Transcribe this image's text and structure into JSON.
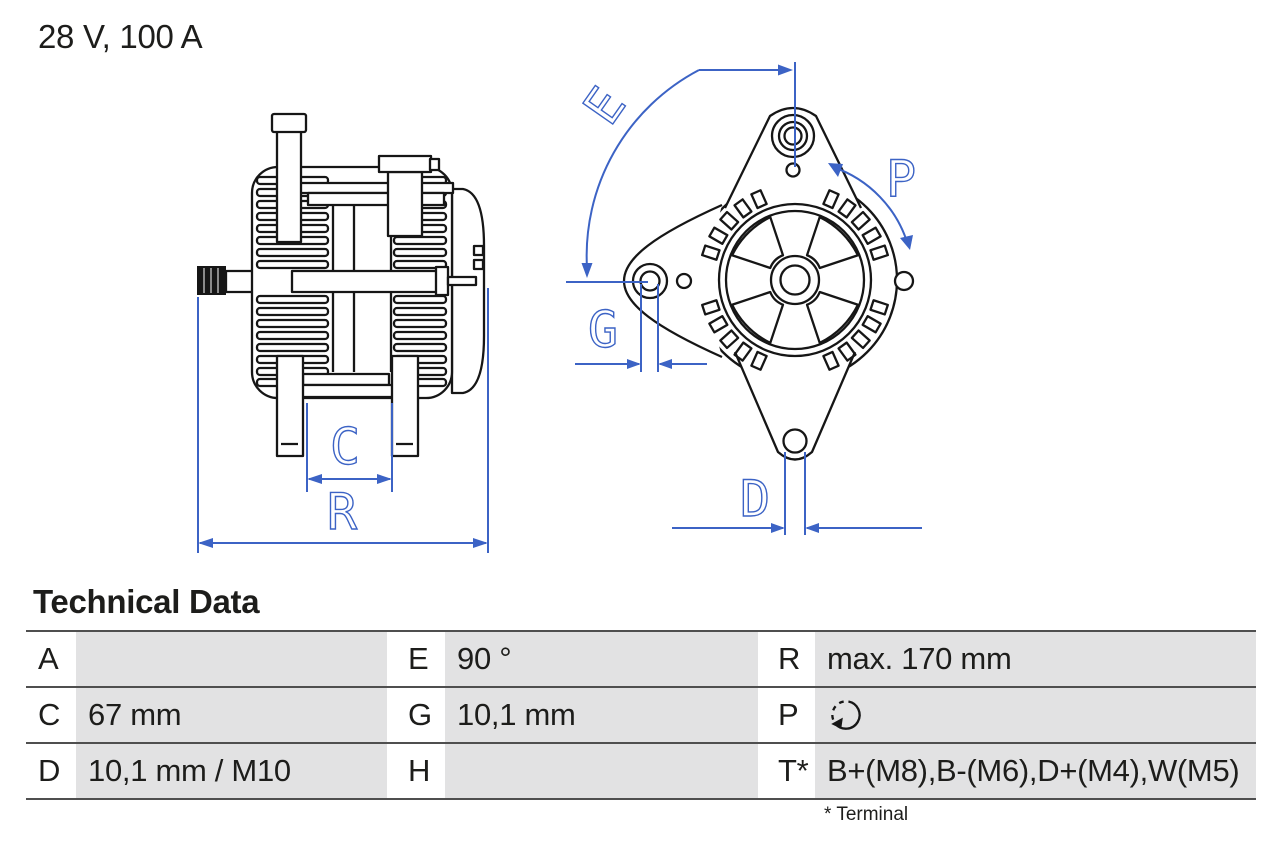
{
  "title": "28 V, 100 A",
  "technical_data": {
    "heading": "Technical Data",
    "footnote": "* Terminal",
    "rows": [
      [
        {
          "label": "A",
          "value": ""
        },
        {
          "label": "E",
          "value": "90 °"
        },
        {
          "label": "R",
          "value": "max. 170 mm"
        }
      ],
      [
        {
          "label": "C",
          "value": "67 mm"
        },
        {
          "label": "G",
          "value": "10,1 mm"
        },
        {
          "label": "P",
          "value": "",
          "icon": "rotation-direction-icon"
        }
      ],
      [
        {
          "label": "D",
          "value": "10,1 mm / M10"
        },
        {
          "label": "H",
          "value": ""
        },
        {
          "label": "T*",
          "value": "B+(M8),B-(M6),D+(M4),W(M5)"
        }
      ]
    ]
  },
  "diagram": {
    "dimension_labels": {
      "c": "C",
      "r": "R",
      "e": "E",
      "g": "G",
      "p": "P",
      "d": "D"
    },
    "colors": {
      "dimension_blue": "#3c63c5",
      "line_black": "#161616"
    }
  },
  "colors": {
    "cell_gray": "#e2e2e3",
    "border_gray": "#4f4f4f",
    "text": "#1d1d1b"
  }
}
